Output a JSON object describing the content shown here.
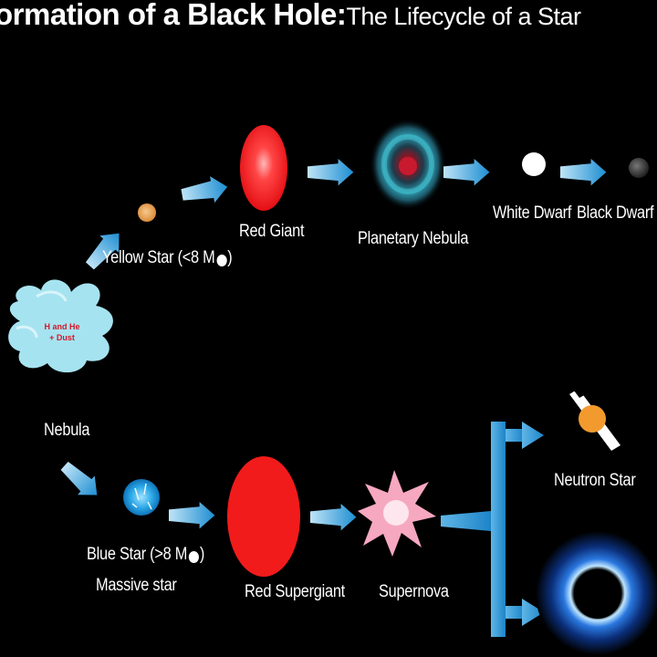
{
  "title": {
    "bold": "ormation of a Black Hole:",
    "light": "The Lifecycle of a Star"
  },
  "cloud": {
    "line1": "H and He",
    "line2": "+ Dust"
  },
  "labels": {
    "yellow_star": "Yellow Star (<8 M",
    "red_giant": "Red Giant",
    "planetary_nebula": "Planetary Nebula",
    "white_dwarf": "White Dwarf",
    "black_dwarf": "Black Dwarf",
    "nebula": "Nebula",
    "blue_star": "Blue Star (>8 M",
    "massive_star": "Massive star",
    "red_supergiant": "Red Supergiant",
    "supernova": "Supernova",
    "neutron_star": "Neutron Star",
    "close_paren": ")"
  },
  "colors": {
    "background": "#000000",
    "arrow": "#2f9bd6",
    "red_star": "#f21b1b",
    "yellow_star": "#e8a24a",
    "blue_star": "#2aa7e6",
    "neutron_star": "#f29a2e",
    "cloud": "#a6e3f0"
  }
}
